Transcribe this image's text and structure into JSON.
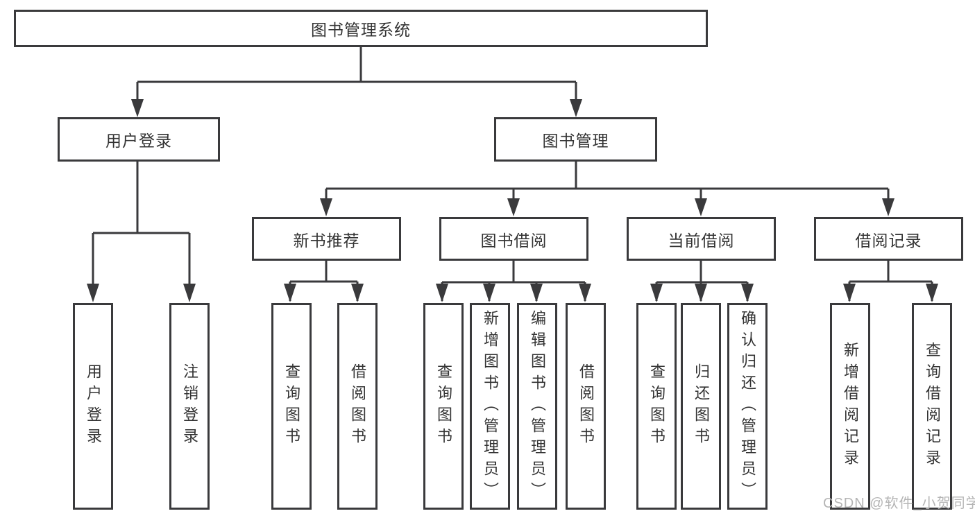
{
  "title": "图书管理系统",
  "branches": {
    "user": {
      "label": "用户登录",
      "children": [
        "用户登录",
        "注销登录"
      ]
    },
    "books": {
      "label": "图书管理",
      "sections": [
        {
          "label": "新书推荐",
          "children": [
            "查询图书",
            "借阅图书"
          ]
        },
        {
          "label": "图书借阅",
          "children": [
            "查询图书",
            "新增图书（管理员）",
            "编辑图书（管理员）",
            "借阅图书"
          ]
        },
        {
          "label": "当前借阅",
          "children": [
            "查询图书",
            "归还图书",
            "确认归还（管理员）"
          ]
        },
        {
          "label": "借阅记录",
          "children": [
            "新增借阅记录",
            "查询借阅记录"
          ]
        }
      ]
    }
  },
  "watermark": "CSDN @软件_小贺同学",
  "colors": {
    "line": "#3a3a3c",
    "text": "#333333",
    "watermark": "#b5b5b5"
  }
}
